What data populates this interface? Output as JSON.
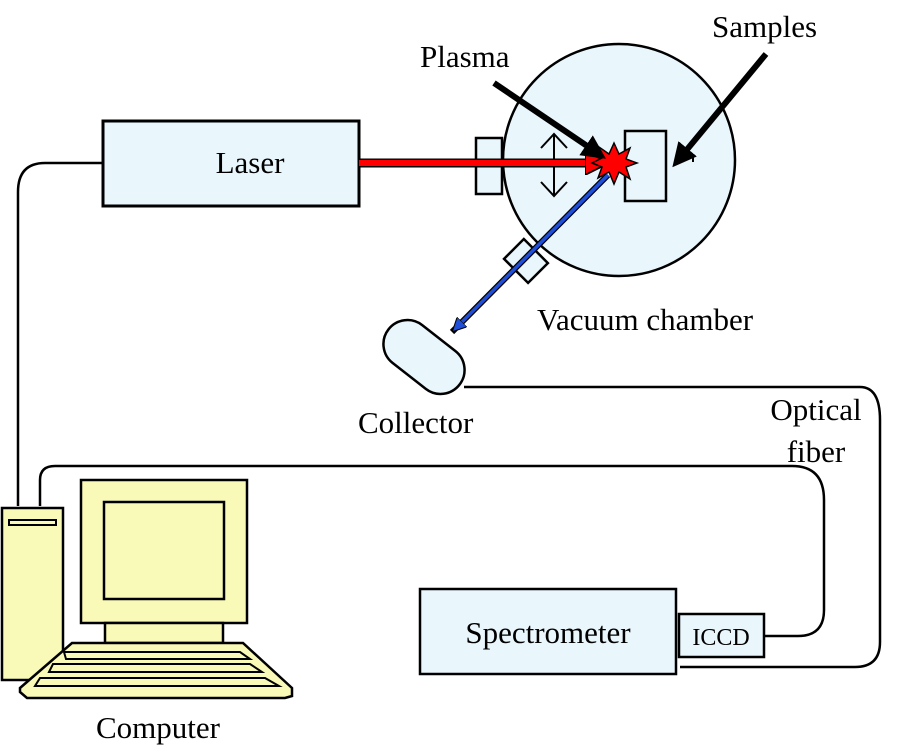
{
  "diagram": {
    "title": "LIBS experimental setup",
    "labels": {
      "laser": "Laser",
      "plasma": "Plasma",
      "samples": "Samples",
      "vacuum_chamber": "Vacuum chamber",
      "collector": "Collector",
      "optical_fiber_line1": "Optical",
      "optical_fiber_line2": "fiber",
      "spectrometer": "Spectrometer",
      "iccd": "ICCD",
      "computer": "Computer"
    },
    "colors": {
      "laser_beam": "#ff0000",
      "emission_beam": "#1f4fd8",
      "component_fill": "#e9f6fc",
      "computer_fill": "#fafab8",
      "plasma_fill": "#ff0000"
    }
  }
}
